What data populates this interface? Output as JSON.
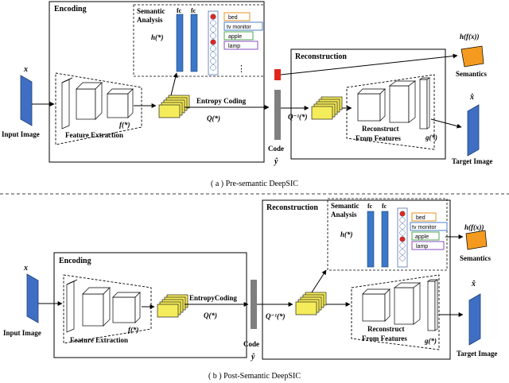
{
  "panel_a": {
    "caption": "( a ) Pre-semantic DeepSIC",
    "encoding": "Encoding",
    "semantic_line1": "Semantic",
    "semantic_line2": "Analysis",
    "h_func": "h(*)",
    "fc1": "fc",
    "fc2": "fc",
    "classes": [
      "bed",
      "tv monitor",
      "apple",
      "lamp"
    ],
    "dots": "⋮",
    "x_label": "x",
    "input_label": "Input Image",
    "feature_extraction": "Feature Extraction",
    "f_func": "f(*)",
    "entropy": "Entropy Coding",
    "q_func": "Q(*)",
    "code": "Code",
    "y_hat": "ŷ",
    "reconstruction": "Reconstruction",
    "q_inv": "Q⁻¹(*)",
    "reconstruct_line1": "Reconstruct",
    "reconstruct_line2": "From Features",
    "g_func": "g(*)",
    "hfx": "h(f(x))",
    "semantics": "Semantics",
    "x_hat": "x̂",
    "target_label": "Target Image"
  },
  "panel_b": {
    "caption": "( b ) Post-Semantic DeepSIC",
    "encoding": "Encoding",
    "reconstruction": "Reconstruction",
    "semantic_line1": "Semantic",
    "semantic_line2": "Analysis",
    "h_func": "h(*)",
    "fc1": "fc",
    "fc2": "fc",
    "classes": [
      "bed",
      "tv monitor",
      "apple",
      "lamp"
    ],
    "x_label": "x",
    "input_label": "Input Image",
    "feature_extraction": "Feature Extraction",
    "f_func": "f(*)",
    "entropy": "EntropyCoding",
    "q_func": "Q(*)",
    "code": "Code",
    "y_hat": "ŷ",
    "q_inv": "Q⁻¹(*)",
    "reconstruct_line1": "Reconstruct",
    "reconstruct_line2": "From Features",
    "g_func": "g(*)",
    "hfx": "h(f(x))",
    "semantics": "Semantics",
    "x_hat": "x̂",
    "target_label": "Target Image"
  },
  "colors": {
    "image_blue": "#3f6fc4",
    "fc_blue": "#3b78c9",
    "feature_yellow": "#f5ec5c",
    "semantics_orange": "#f39a1f",
    "code_red": "#e1261c",
    "code_gray": "#7f7f7f",
    "tag_orange": "#e8901e",
    "tag_blue": "#4a7fd0",
    "tag_green": "#4ea64e",
    "tag_purple": "#8a4fc2"
  }
}
